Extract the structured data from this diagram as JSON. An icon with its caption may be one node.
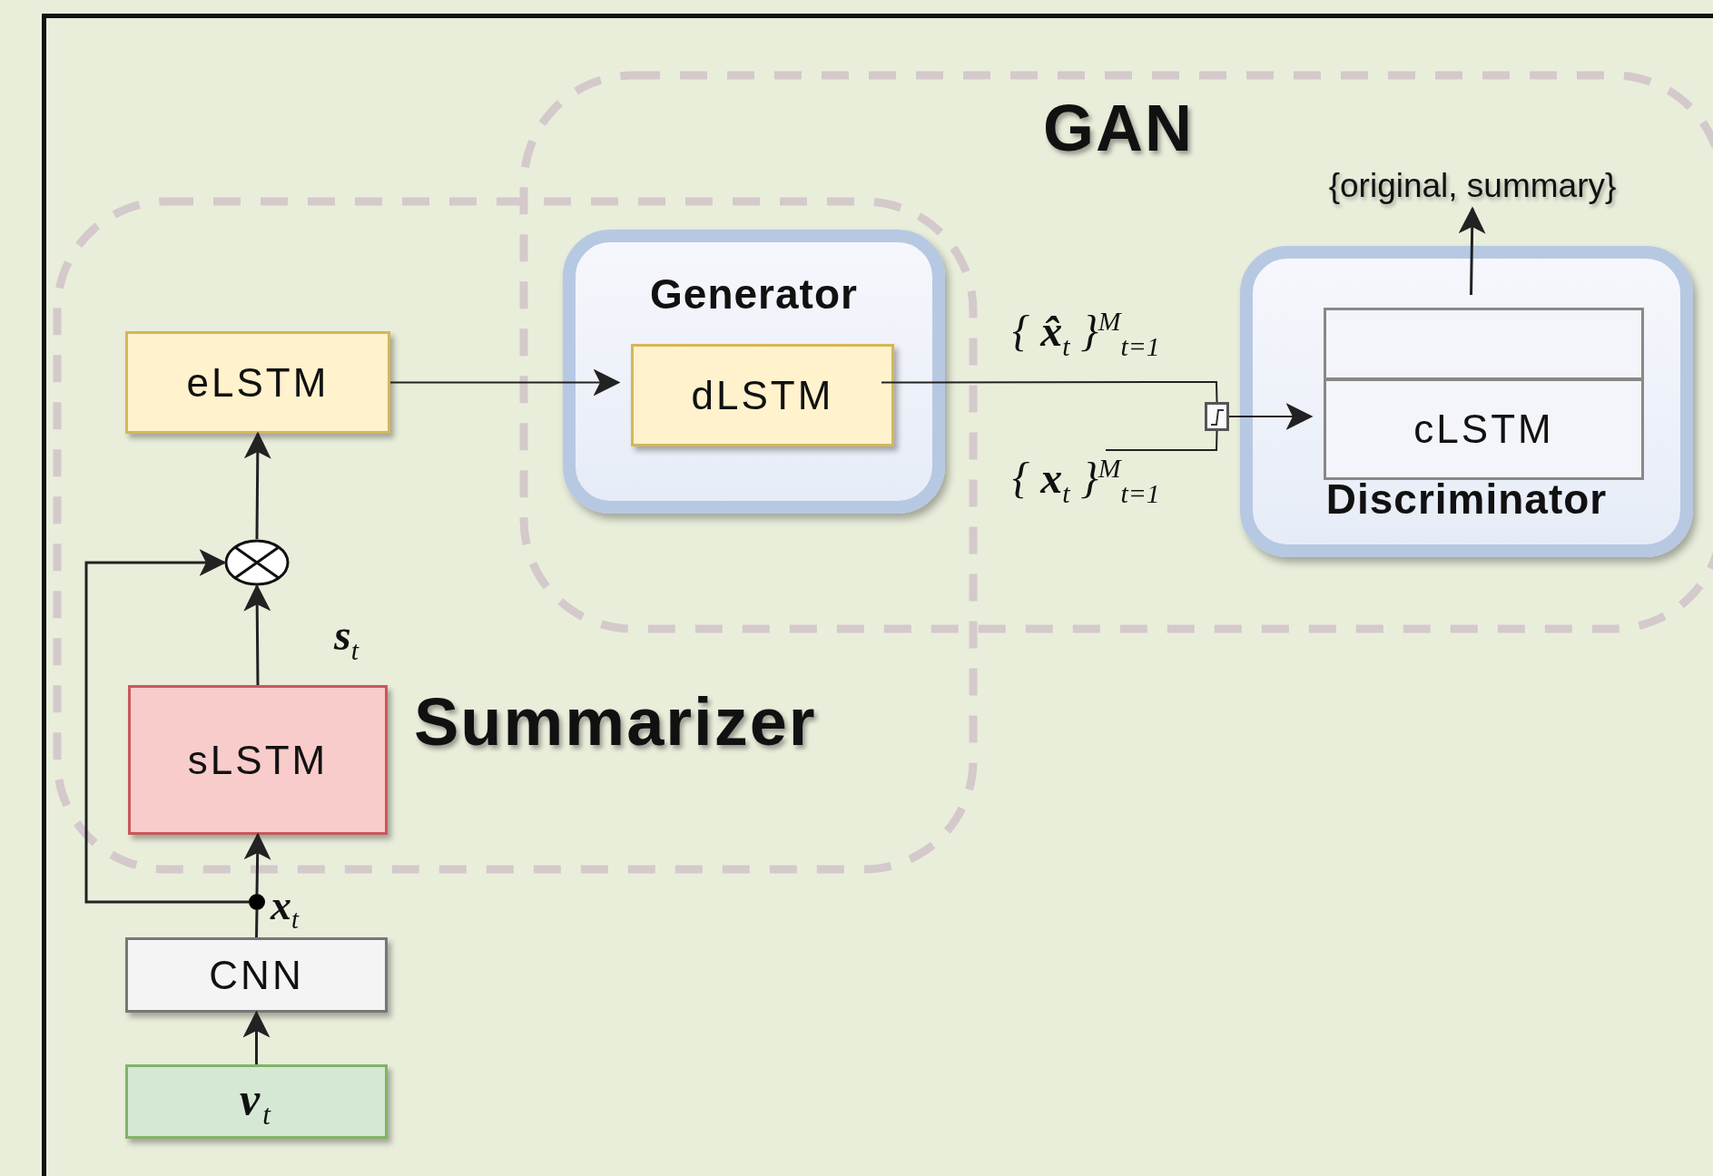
{
  "diagram": {
    "nodes": [
      {
        "text": [
          "GAN"
        ]
      },
      {
        "text": [
          "Summarizer"
        ]
      },
      {
        "text": [
          "eLSTM"
        ],
        "in": 1
      },
      {
        "text": [
          "Generator"
        ]
      },
      {
        "text": [
          "dLSTM"
        ],
        "in": 3
      },
      {
        "text": [
          "Discriminator"
        ],
        "in": 0
      },
      {
        "text": [],
        "shape": "box",
        "in": 5
      },
      {
        "text": [
          "cLSTM"
        ],
        "in": 5
      },
      {
        "text": [],
        "shape": "box",
        "in": 0
      },
      {
        "text": [],
        "shape": "circle",
        "in": 1
      },
      {
        "text": [
          "sLSTM"
        ],
        "in": 1
      },
      {
        "text": [],
        "shape": "circle",
        "beside": [
          "**x**$_{t}$"
        ]
      },
      {
        "text": [
          "CNN"
        ]
      },
      {
        "text": [
          "**v**$_{t}$"
        ]
      },
      {
        "text": [
          "{original, summary}"
        ],
        "in": 0
      }
    ],
    "edges": [
      {
        "from": 2,
        "to": 4,
        "arrow": "to"
      },
      {
        "from": 4,
        "to": 8,
        "arrow": "none",
        "label": "{ **x̂**$_{t}$ }$^{M}$$_{t=1}$"
      },
      {
        "from": null,
        "to": 8,
        "arrow": "none",
        "label": "{ **x**$_{t}$ }$^{M}$$_{t=1}$"
      },
      {
        "from": 8,
        "to": 7,
        "arrow": "to"
      },
      {
        "from": 6,
        "to": 14,
        "arrow": "to"
      },
      {
        "from": 10,
        "to": 9,
        "arrow": "to"
      },
      {
        "from": 9,
        "to": 2,
        "arrow": "to"
      },
      {
        "from": 11,
        "to": 9,
        "arrow": "to"
      },
      {
        "from": 11,
        "to": 10,
        "arrow": "to"
      },
      {
        "from": 12,
        "to": 11,
        "arrow": "none"
      },
      {
        "from": 13,
        "to": 12,
        "arrow": "to"
      }
    ],
    "labels": [
      "**s**$_{t}$"
    ]
  }
}
